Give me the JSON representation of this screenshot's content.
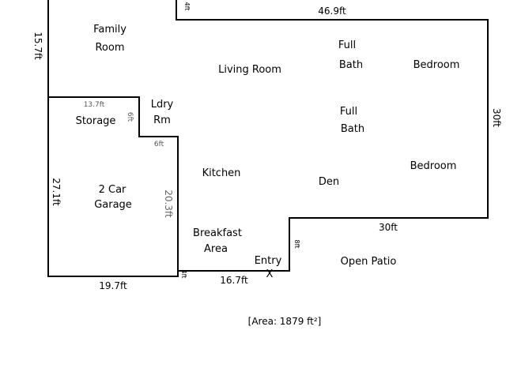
{
  "rooms": {
    "family_room": [
      "Family",
      "Room"
    ],
    "living_room": "Living Room",
    "full_bath_1": [
      "Full",
      "Bath"
    ],
    "full_bath_2": [
      "Full",
      "Bath"
    ],
    "bedroom_1": "Bedroom",
    "bedroom_2": "Bedroom",
    "storage": "Storage",
    "laundry": [
      "Ldry",
      "Rm"
    ],
    "kitchen": "Kitchen",
    "garage": [
      "2 Car",
      "Garage"
    ],
    "den": "Den",
    "breakfast_area": [
      "Breakfast",
      "Area"
    ],
    "entry": "Entry",
    "open_patio": "Open Patio"
  },
  "dimensions": {
    "top_width": "46.9ft",
    "top_step": "4ft",
    "left_family": "15.7ft",
    "right_side": "30ft",
    "storage_width": "13.7ft",
    "laundry_height": "6ft",
    "laundry_width": "6ft",
    "garage_height": "27.1ft",
    "garage_inner": "20.3ft",
    "garage_bottom": "19.7ft",
    "entry_width": "16.7ft",
    "patio_width": "30ft",
    "entry_step": "8ft",
    "small_step": "4ft"
  },
  "entry_marker": "X",
  "area_note": "[Area: 1879 ft²]"
}
